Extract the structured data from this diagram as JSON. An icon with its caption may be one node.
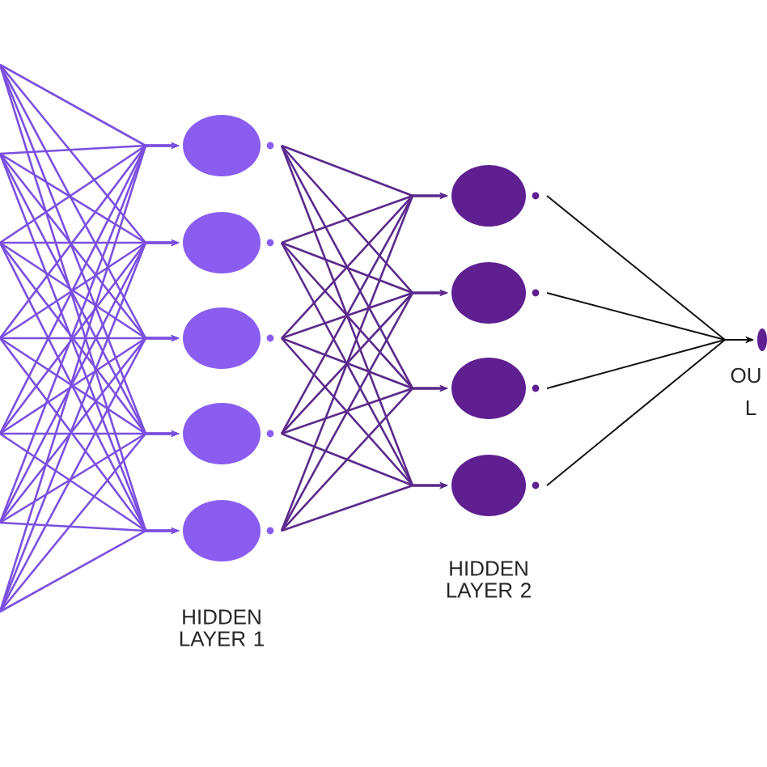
{
  "diagram": {
    "nodes": [
      {
        "text": [],
        "shape": "circle"
      },
      {
        "text": [],
        "shape": "circle"
      },
      {
        "text": [],
        "shape": "circle"
      },
      {
        "text": [],
        "shape": "circle"
      },
      {
        "text": [],
        "shape": "circle"
      },
      {
        "text": [],
        "shape": "circle"
      },
      {
        "text": [],
        "shape": "circle"
      },
      {
        "text": [],
        "shape": "circle"
      },
      {
        "text": [],
        "shape": "circle"
      },
      {
        "text": [],
        "shape": "circle"
      }
    ],
    "edges": [
      {
        "from": null,
        "to": 0,
        "arrow": "to"
      },
      {
        "from": null,
        "to": 0,
        "arrow": "to"
      },
      {
        "from": null,
        "to": 0,
        "arrow": "to"
      },
      {
        "from": null,
        "to": 0,
        "arrow": "to"
      },
      {
        "from": null,
        "to": 0,
        "arrow": "to"
      },
      {
        "from": null,
        "to": 0,
        "arrow": "to"
      },
      {
        "from": null,
        "to": 0,
        "arrow": "to"
      },
      {
        "from": null,
        "to": 1,
        "arrow": "to"
      },
      {
        "from": null,
        "to": 1,
        "arrow": "to"
      },
      {
        "from": null,
        "to": 1,
        "arrow": "to"
      },
      {
        "from": null,
        "to": 1,
        "arrow": "to"
      },
      {
        "from": null,
        "to": 1,
        "arrow": "to"
      },
      {
        "from": null,
        "to": 1,
        "arrow": "to"
      },
      {
        "from": null,
        "to": 1,
        "arrow": "to"
      },
      {
        "from": null,
        "to": 2,
        "arrow": "to"
      },
      {
        "from": null,
        "to": 2,
        "arrow": "to"
      },
      {
        "from": null,
        "to": 2,
        "arrow": "to"
      },
      {
        "from": null,
        "to": 2,
        "arrow": "to"
      },
      {
        "from": null,
        "to": 2,
        "arrow": "to"
      },
      {
        "from": null,
        "to": 2,
        "arrow": "to"
      },
      {
        "from": null,
        "to": 2,
        "arrow": "to"
      },
      {
        "from": null,
        "to": 3,
        "arrow": "to"
      },
      {
        "from": null,
        "to": 3,
        "arrow": "to"
      },
      {
        "from": null,
        "to": 3,
        "arrow": "to"
      },
      {
        "from": null,
        "to": 3,
        "arrow": "to"
      },
      {
        "from": null,
        "to": 3,
        "arrow": "to"
      },
      {
        "from": null,
        "to": 3,
        "arrow": "to"
      },
      {
        "from": null,
        "to": 3,
        "arrow": "to"
      },
      {
        "from": null,
        "to": 4,
        "arrow": "to"
      },
      {
        "from": null,
        "to": 4,
        "arrow": "to"
      },
      {
        "from": null,
        "to": 4,
        "arrow": "to"
      },
      {
        "from": null,
        "to": 4,
        "arrow": "to"
      },
      {
        "from": null,
        "to": 4,
        "arrow": "to"
      },
      {
        "from": null,
        "to": 4,
        "arrow": "to"
      },
      {
        "from": null,
        "to": 4,
        "arrow": "to"
      },
      {
        "from": 0,
        "to": 5,
        "arrow": "to",
        "color": "#5b2a8c"
      },
      {
        "from": 1,
        "to": 5,
        "arrow": "to",
        "color": "#5b2a8c"
      },
      {
        "from": 2,
        "to": 5,
        "arrow": "to",
        "color": "#5b2a8c"
      },
      {
        "from": 3,
        "to": 5,
        "arrow": "to",
        "color": "#5b2a8c"
      },
      {
        "from": 4,
        "to": 5,
        "arrow": "to",
        "color": "#5b2a8c"
      },
      {
        "from": 0,
        "to": 6,
        "arrow": "to",
        "color": "#5b2a8c"
      },
      {
        "from": 1,
        "to": 6,
        "arrow": "to",
        "color": "#5b2a8c"
      },
      {
        "from": 2,
        "to": 6,
        "arrow": "to",
        "color": "#5b2a8c"
      },
      {
        "from": 3,
        "to": 6,
        "arrow": "to",
        "color": "#5b2a8c"
      },
      {
        "from": 4,
        "to": 6,
        "arrow": "to",
        "color": "#5b2a8c"
      },
      {
        "from": 0,
        "to": 7,
        "arrow": "to",
        "color": "#5b2a8c"
      },
      {
        "from": 1,
        "to": 7,
        "arrow": "to",
        "color": "#5b2a8c"
      },
      {
        "from": 2,
        "to": 7,
        "arrow": "to",
        "color": "#5b2a8c"
      },
      {
        "from": 3,
        "to": 7,
        "arrow": "to",
        "color": "#5b2a8c"
      },
      {
        "from": 4,
        "to": 7,
        "arrow": "to",
        "color": "#5b2a8c"
      },
      {
        "from": 0,
        "to": 8,
        "arrow": "to",
        "color": "#5b2a8c"
      },
      {
        "from": 1,
        "to": 8,
        "arrow": "to",
        "color": "#5b2a8c"
      },
      {
        "from": 2,
        "to": 8,
        "arrow": "to",
        "color": "#5b2a8c"
      },
      {
        "from": 3,
        "to": 8,
        "arrow": "to",
        "color": "#5b2a8c"
      },
      {
        "from": 4,
        "to": 8,
        "arrow": "to",
        "color": "#5b2a8c"
      },
      {
        "from": 5,
        "to": 9,
        "arrow": "to",
        "color": "#111111"
      },
      {
        "from": 6,
        "to": 9,
        "arrow": "to",
        "color": "#111111"
      },
      {
        "from": 7,
        "to": 9,
        "arrow": "to",
        "color": "#111111"
      },
      {
        "from": 8,
        "to": 9,
        "arrow": "to",
        "color": "#111111"
      }
    ],
    "labels": [
      "HIDDEN LAYER 2",
      "HIDDEN LAYER 1",
      "OU",
      "L"
    ]
  }
}
